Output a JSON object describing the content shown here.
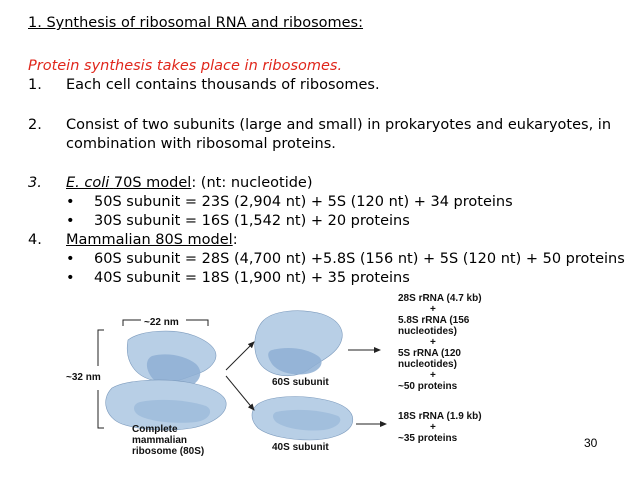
{
  "heading": "1. Synthesis of ribosomal RNA and ribosomes:",
  "intro": "Protein synthesis takes place in ribosomes.",
  "items": [
    {
      "num": "1.",
      "text": "Each cell contains thousands of ribosomes."
    },
    {
      "num": "2.",
      "text_l1": "Consist of two subunits (large and small) in prokaryotes and eukaryotes, in",
      "text_l2": "combination with ribosomal proteins."
    },
    {
      "num": "3.",
      "link": "E. coli",
      "link2": "70S model",
      "rest": ": (nt: nucleotide)"
    },
    {
      "num": "4.",
      "link": "Mammalian 80S model",
      "rest": ":"
    }
  ],
  "ecoli_bullets": [
    "50S subunit = 23S (2,904 nt) + 5S (120 nt) + 34 proteins",
    "30S subunit = 16S (1,542 nt) + 20 proteins"
  ],
  "mammal_bullets": [
    "60S subunit = 28S (4,700 nt) +5.8S (156 nt) + 5S (120 nt) + 50 proteins",
    "40S subunit = 18S (1,900 nt) + 35 proteins"
  ],
  "bullet_char": "•",
  "diagram": {
    "dim_22": "~22 nm",
    "dim_32": "~32 nm",
    "complete_l1": "Complete",
    "complete_l2": "mammalian",
    "complete_l3": "ribosome (80S)",
    "sub60": "60S subunit",
    "sub40": "40S subunit",
    "r28": "28S rRNA (4.7 kb)",
    "r58_l1": "5.8S rRNA (156",
    "r58_l2": "nucleotides)",
    "r5_l1": "5S rRNA (120",
    "r5_l2": "nucleotides)",
    "p50": "~50 proteins",
    "r18": "18S rRNA (1.9 kb)",
    "p35": "~35 proteins",
    "plus": "+"
  },
  "colors": {
    "shape_fill": "#b8cfe6",
    "shape_shade": "#8eafd3",
    "accent_red": "#e0271c"
  },
  "page_number": "30"
}
